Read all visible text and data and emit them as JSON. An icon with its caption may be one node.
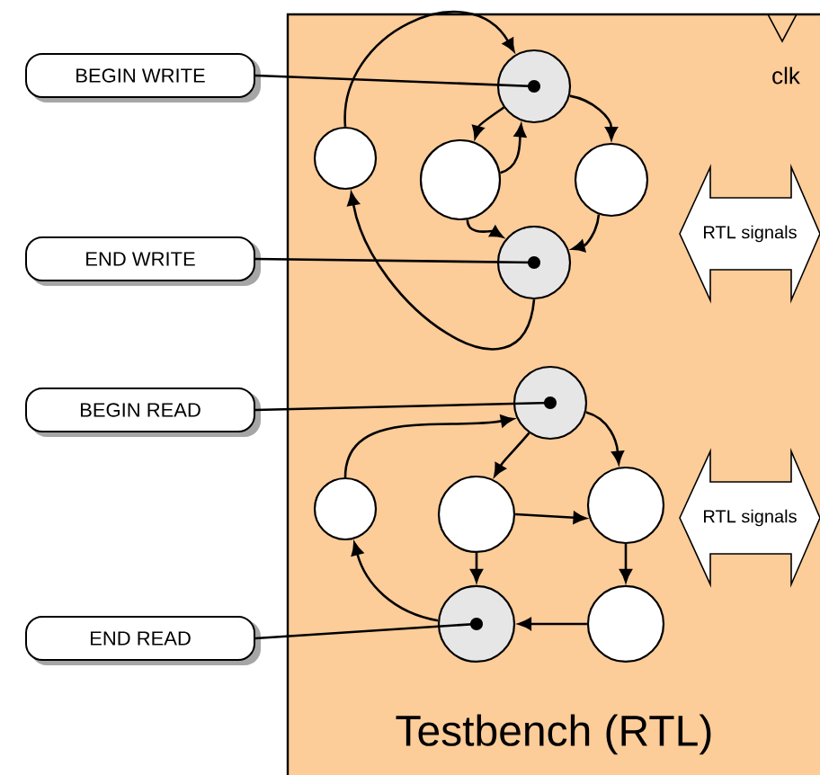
{
  "diagram": {
    "nodes": [
      {
        "text": [
          "Testbench (RTL)"
        ]
      },
      {
        "text": [
          "BEGIN WRITE"
        ]
      },
      {
        "text": [
          "END WRITE"
        ]
      },
      {
        "text": [
          "BEGIN READ"
        ]
      },
      {
        "text": [
          "END READ"
        ]
      },
      {
        "text": [
          "RTL signals"
        ],
        "in": 0
      },
      {
        "text": [
          "RTL signals"
        ],
        "in": 0
      },
      {
        "text": [],
        "shape": "circle",
        "in": 0
      },
      {
        "text": [],
        "shape": "circle",
        "in": 0
      },
      {
        "text": [],
        "shape": "circle",
        "in": 0
      },
      {
        "text": [],
        "shape": "circle",
        "in": 0
      },
      {
        "text": [],
        "shape": "circle",
        "in": 0
      },
      {
        "text": [],
        "shape": "circle",
        "in": 0
      },
      {
        "text": [],
        "shape": "circle",
        "in": 0
      },
      {
        "text": [],
        "shape": "circle",
        "in": 0
      },
      {
        "text": [],
        "shape": "circle",
        "in": 0
      },
      {
        "text": [],
        "shape": "circle",
        "in": 0
      },
      {
        "text": [],
        "shape": "circle",
        "in": 0
      }
    ],
    "edges": [
      {
        "from": 1,
        "to": 7,
        "arrow": "other"
      },
      {
        "from": 2,
        "to": 11,
        "arrow": "other"
      },
      {
        "from": 3,
        "to": 12,
        "arrow": "other"
      },
      {
        "from": 4,
        "to": 16,
        "arrow": "other"
      },
      {
        "from": 8,
        "to": 7,
        "arrow": "to"
      },
      {
        "from": 7,
        "to": 9,
        "arrow": "to"
      },
      {
        "from": 9,
        "to": 7,
        "arrow": "to"
      },
      {
        "from": 7,
        "to": 10,
        "arrow": "to"
      },
      {
        "from": 9,
        "to": 11,
        "arrow": "to"
      },
      {
        "from": 10,
        "to": 11,
        "arrow": "to"
      },
      {
        "from": 11,
        "to": 8,
        "arrow": "to"
      },
      {
        "from": 13,
        "to": 12,
        "arrow": "to"
      },
      {
        "from": 12,
        "to": 14,
        "arrow": "to"
      },
      {
        "from": 12,
        "to": 15,
        "arrow": "to"
      },
      {
        "from": 14,
        "to": 15,
        "arrow": "to"
      },
      {
        "from": 14,
        "to": 16,
        "arrow": "to"
      },
      {
        "from": 15,
        "to": 17,
        "arrow": "to"
      },
      {
        "from": 17,
        "to": 16,
        "arrow": "to"
      },
      {
        "from": 16,
        "to": 13,
        "arrow": "to"
      }
    ],
    "labels": [
      "clk"
    ]
  }
}
